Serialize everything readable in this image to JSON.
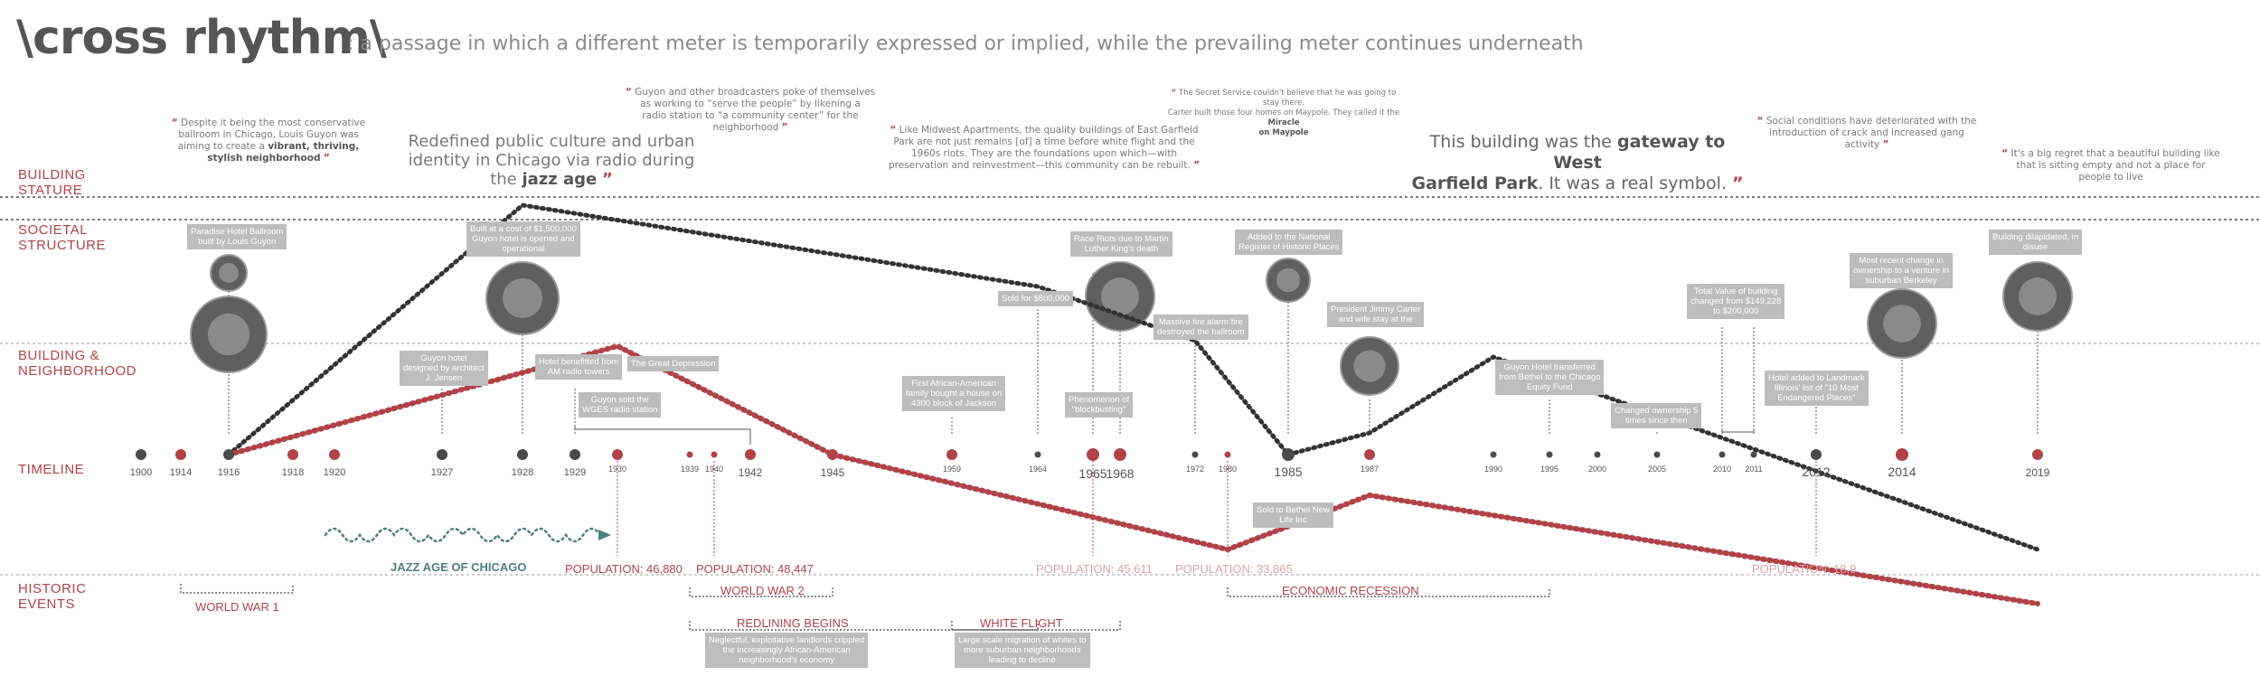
{
  "header": {
    "term": "\\cross rhythm\\",
    "definition": ": a passage in which a different meter is temporarily expressed or implied, while the prevailing meter continues underneath"
  },
  "rows": {
    "stature": [
      "BUILDING",
      "STATURE"
    ],
    "societal": [
      "SOCIETAL",
      "STRUCTURE"
    ],
    "neighborhood": [
      "BUILDING &",
      "NEIGHBORHOOD"
    ],
    "timeline": [
      "TIMELINE"
    ],
    "historic": [
      "HISTORIC",
      "EVENTS"
    ]
  },
  "quotes": {
    "q1": [
      "Despite it being the most conservative",
      "ballroom in Chicago, Louis Guyon was",
      "aiming to create a ",
      "vibrant, thriving,",
      "stylish neighborhood"
    ],
    "q2": [
      "Redefined public culture and urban",
      "identity in Chicago via radio during",
      "the ",
      "jazz age"
    ],
    "q3": [
      "Guyon and other broadcasters poke of themselves",
      "as working to “serve the people” by likening a",
      "radio station to “a community center” for the",
      "neighborhood"
    ],
    "q4": [
      "Like Midwest Apartments, the quality buildings of East Garfield",
      "Park are not just remains [of] a time before white flight and the",
      "1960s riots. They are the foundations upon which—with",
      "preservation and reinvestment—this community can be rebuilt."
    ],
    "q5": [
      "The Secret Service couldn't believe that he was going to stay there.",
      "Carter built those four homes on Maypole. They called it the ",
      "Miracle",
      "on Maypole"
    ],
    "q6": [
      "This building was the ",
      "gateway to West",
      "Garfield Park",
      ". It was a real symbol."
    ],
    "q7": [
      "Social conditions have deteriorated with the",
      "introduction of crack and increased gang",
      "activity"
    ],
    "q8": [
      "It's a big regret that a beautiful building like",
      "that is sitting empty and not a place for",
      "people to live"
    ]
  },
  "boxes": {
    "b1": [
      "Paradise Hotel Ballroom",
      "built by Louis Guyon"
    ],
    "b2": [
      "Built at a cost of $1,500,000",
      "Guyon hotel is opened and",
      "operational"
    ],
    "b3": [
      "Guyon hotel",
      "designed by architect",
      "J. Jensen"
    ],
    "b4": [
      "Hotel benefitted from",
      "AM radio towers"
    ],
    "b5": [
      "The Great Depression"
    ],
    "b6": [
      "Guyon sold the",
      "WGES radio station"
    ],
    "b7": [
      "First African-American",
      "family bought a house on",
      "4300 block of Jackson"
    ],
    "b8": [
      "Sold for $800,000"
    ],
    "b9": [
      "Race Riots due to Martin",
      "Luther King's death"
    ],
    "b10": [
      "Phenomenon of",
      "\"blockbusting\""
    ],
    "b11": [
      "Massive fire alarm fire",
      "destroyed the ballroom"
    ],
    "b12": [
      "Added to the National",
      "Register of Historic Places"
    ],
    "b13": [
      "President Jimmy Carter",
      "and wife stay at the"
    ],
    "b14": [
      "Sold to Bethel New",
      "Life Inc"
    ],
    "b15": [
      "Guyon Hotel transferred",
      "from Bethel to the Chicago",
      "Equity Fund"
    ],
    "b16": [
      "Changed ownership 5",
      "times since then"
    ],
    "b17": [
      "Total Value of building",
      "changed from $149,228",
      "to $200,000"
    ],
    "b18": [
      "Hotel added to Landmark",
      "Illinois' list of \"10 Most",
      "Endangered Places\""
    ],
    "b19": [
      "Most recent change in",
      "ownership to a venture in",
      "suburban Berkeley"
    ],
    "b20": [
      "Building dilapidated, in",
      "disuse"
    ]
  },
  "years": [
    "1900",
    "1914",
    "1916",
    "1918",
    "1920",
    "1927",
    "1928",
    "1929",
    "1930",
    "1939",
    "1940",
    "1942",
    "1945",
    "1959",
    "1964",
    "1965",
    "1968",
    "1972",
    "1980",
    "1985",
    "1987",
    "1990",
    "1995",
    "2000",
    "2005",
    "2010",
    "2011",
    "2012",
    "2014",
    "2019"
  ],
  "timeline": {
    "years": [
      1900,
      1914,
      1916,
      1918,
      1920,
      1927,
      1928,
      1929,
      1930,
      1939,
      1940,
      1942,
      1945,
      1959,
      1964,
      1965,
      1968,
      1972,
      1980,
      1985,
      1987,
      1990,
      1995,
      2000,
      2005,
      2010,
      2011,
      2012,
      2014,
      2019
    ],
    "red_years": [
      1914,
      1918,
      1920,
      1930,
      1939,
      1940,
      1942,
      1945,
      1959,
      1965,
      1968,
      1980,
      1987,
      2014,
      2019
    ],
    "small_years": [
      1939,
      1940,
      1964,
      1972,
      1980,
      1990,
      1995,
      2000,
      2005,
      2010,
      2011
    ],
    "big_years": [
      1965,
      1968,
      1985,
      2014
    ]
  },
  "series": {
    "stature": [
      [
        1916,
        0.0
      ],
      [
        1928,
        0.92
      ],
      [
        1964,
        0.62
      ],
      [
        1972,
        0.42
      ],
      [
        1985,
        0.0
      ],
      [
        1987,
        0.08
      ],
      [
        1990,
        0.36
      ],
      [
        2019,
        -0.35
      ]
    ],
    "neighborhood": [
      [
        1916,
        0.0
      ],
      [
        1930,
        0.4
      ],
      [
        1945,
        0.0
      ],
      [
        1980,
        -0.35
      ],
      [
        1987,
        -0.15
      ],
      [
        2019,
        -0.55
      ]
    ]
  },
  "populations": {
    "p1": "POPULATION: 46,880",
    "p2": "POPULATION: 48,447",
    "p3": "POPULATION: 45,611",
    "p4": "POPULATION: 33,865",
    "p5": "POPULATION: 18,9"
  },
  "jazz_label": "JAZZ AGE OF CHICAGO",
  "events": {
    "ww1": "WORLD WAR 1",
    "ww2": "WORLD WAR 2",
    "redlining": "REDLINING BEGINS",
    "redlining_desc": [
      "Neglectful, exploitative landlords crippled",
      "the increasingly African-American",
      "neighborhood's economy"
    ],
    "whiteflight": "WHITE FLIGHT",
    "whiteflight_desc": [
      "Large scale migration of whites to",
      "more suburban neighborhoods",
      "leading to decline"
    ],
    "recession": "ECONOMIC RECESSION"
  },
  "colors": {
    "red": "#b04348",
    "dark": "#333333",
    "grey": "#666666",
    "teal": "#4f7f80",
    "box": "#bdbdbd"
  }
}
